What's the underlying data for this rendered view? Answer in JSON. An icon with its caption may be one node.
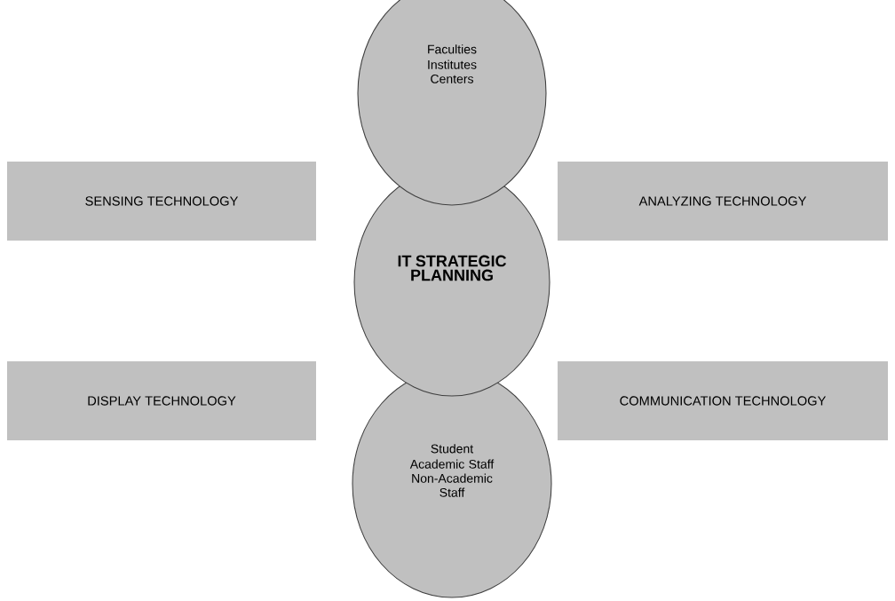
{
  "diagram": {
    "nodes": [
      {
        "text": [
          "Faculties",
          "Institutes",
          "Centers"
        ]
      },
      {
        "text": [
          "SENSING TECHNOLOGY"
        ]
      },
      {
        "text": [
          "ANALYZING TECHNOLOGY"
        ]
      },
      {
        "text": [
          "IT STRATEGIC PLANNING"
        ]
      },
      {
        "text": [
          "DISPLAY TECHNOLOGY"
        ]
      },
      {
        "text": [
          "COMMUNICATION TECHNOLOGY"
        ]
      },
      {
        "text": [
          "Student",
          "Academic Staff",
          "Non-Academic Staff"
        ]
      }
    ]
  }
}
